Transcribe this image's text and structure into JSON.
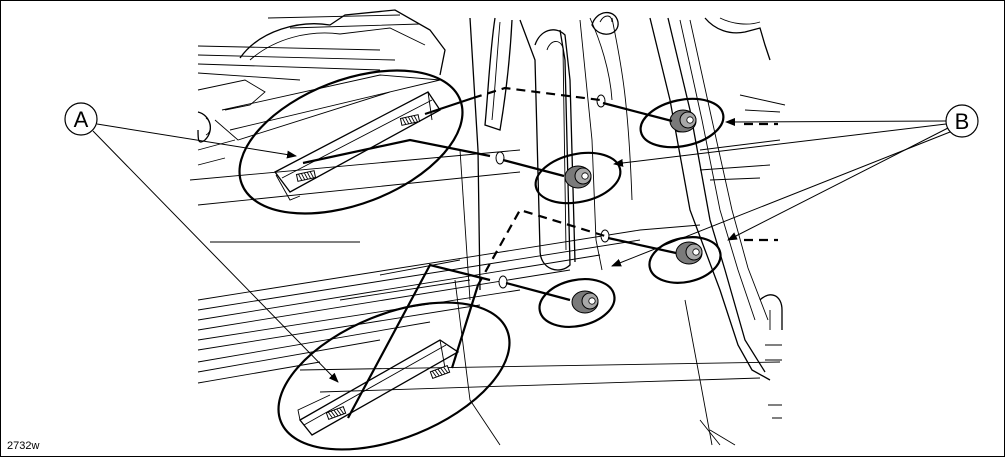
{
  "callouts": {
    "a": "A",
    "b": "B"
  },
  "figure_code": "2732w",
  "colors": {
    "line": "#000000",
    "nut_fill": "#9a9a9a",
    "nut_dark": "#6e6e6e",
    "background": "#ffffff"
  },
  "icons": {
    "screw": "threaded-stud",
    "nut": "flange-nut"
  }
}
